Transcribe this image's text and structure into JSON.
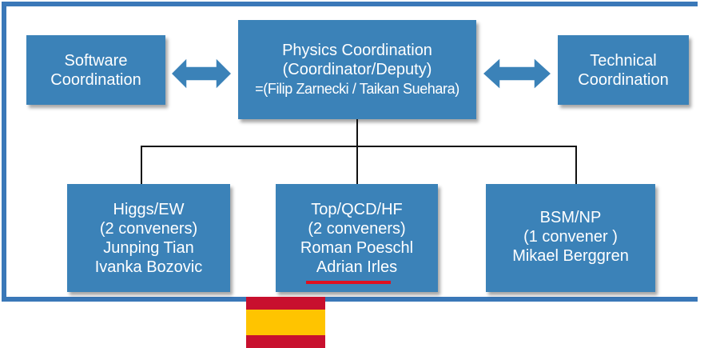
{
  "top": {
    "software": [
      "Software",
      "Coordination"
    ],
    "physics": [
      "Physics Coordination",
      "(Coordinator/Deputy)",
      "=(Filip Zarnecki / Taikan Suehara)"
    ],
    "technical": [
      "Technical",
      "Coordination"
    ]
  },
  "groups": [
    {
      "lines": [
        "Higgs/EW",
        "(2 conveners)",
        "Junping Tian",
        "Ivanka Bozovic"
      ]
    },
    {
      "lines": [
        "Top/QCD/HF",
        "(2 conveners)",
        "Roman Poeschl",
        "Adrian Irles"
      ]
    },
    {
      "lines": [
        "BSM/NP",
        "(1 convener )",
        "Mikael Berggren"
      ]
    }
  ],
  "colors": {
    "box": "#3b82b8",
    "frame": "#3a78b8",
    "highlight": "#e01020"
  },
  "flag": "spain-flag"
}
